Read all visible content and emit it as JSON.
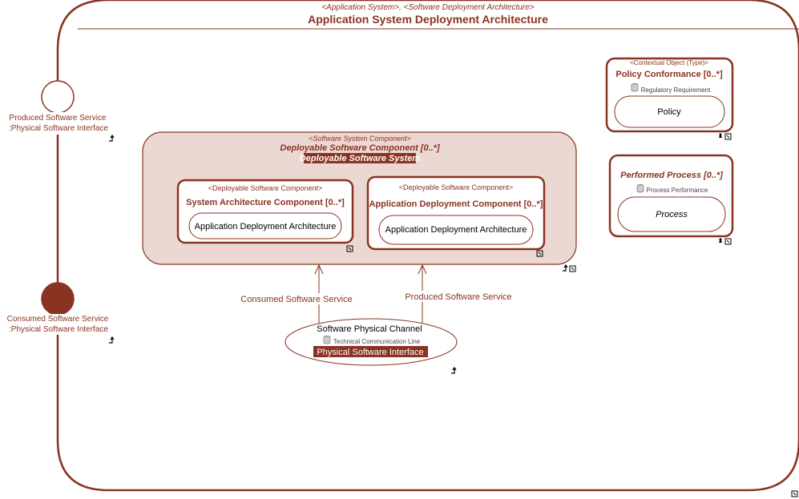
{
  "diagram": {
    "stereotype": "<Application System>, <Software Deployment Architecture>",
    "title": "Application System Deployment Architecture",
    "ports": [
      {
        "label_line1": "Produced Software Service",
        "label_line2": ":Physical Software Interface",
        "filled": false
      },
      {
        "label_line1": "Consumed Software Service",
        "label_line2": ":Physical Software Interface",
        "filled": true
      }
    ],
    "system_component": {
      "stereotype": "<Software System Component>",
      "name": "Deployable Software Component [0..*]",
      "type_label": "Deployable Software System"
    },
    "components": [
      {
        "stereotype": "<Deployable Software Component>",
        "name": "System Architecture Component [0..*]",
        "inner": "Application Deployment Architecture"
      },
      {
        "stereotype": "<Deployable Software Component>",
        "name": "Application Deployment Component [0..*]",
        "inner": "Application Deployment Architecture"
      }
    ],
    "policy": {
      "stereotype": "<Contextual Object (Type)>",
      "name": "Policy Conformance [0..*]",
      "subtype": "Regulatory Requirement",
      "inner": "Policy"
    },
    "process": {
      "name": "Performed Process [0..*]",
      "subtype": "Process Performance",
      "inner": "Process"
    },
    "channel": {
      "name": "Software Physical Channel",
      "subtype": "Technical Communication Line",
      "type_label": "Physical Software Interface"
    },
    "connectors": [
      {
        "label": "Consumed Software Service"
      },
      {
        "label": "Produced Software Service"
      }
    ],
    "colors": {
      "accent": "#8a3322",
      "system_fill": "#ecd8d2",
      "white": "#ffffff"
    }
  }
}
